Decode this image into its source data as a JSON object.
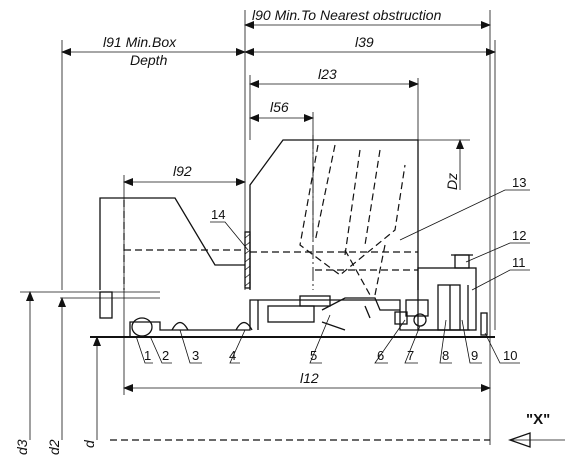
{
  "dimensions": {
    "l90": "l90 Min.To Nearest obstruction",
    "l91_line1": "l91 Min.Box",
    "l91_line2": "Depth",
    "l39": "l39",
    "l23": "l23",
    "l56": "l56",
    "l92": "l92",
    "dz": "Dz",
    "l12": "l12",
    "d3": "d3",
    "d2": "d2",
    "d": "d"
  },
  "view_label": "\"X\"",
  "callouts": {
    "c1": "1",
    "c2": "2",
    "c3": "3",
    "c4": "4",
    "c5": "5",
    "c6": "6",
    "c7": "7",
    "c8": "8",
    "c9": "9",
    "c10": "10",
    "c11": "11",
    "c12": "12",
    "c13": "13",
    "c14": "14"
  }
}
